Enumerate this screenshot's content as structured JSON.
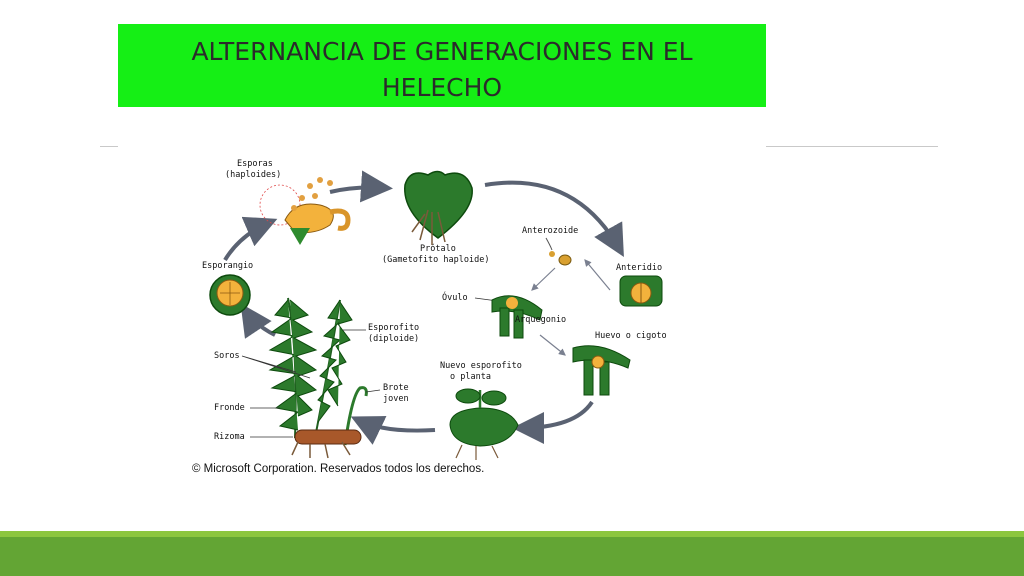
{
  "slide": {
    "title_line1": "ALTERNANCIA DE GENERACIONES EN EL",
    "title_line2": "HELECHO",
    "accent_color": "#15ef15",
    "footer_colors": [
      "#8cc63f",
      "#63a534"
    ]
  },
  "diagram": {
    "labels": {
      "esporas": "Esporas",
      "haploides": "(haploides)",
      "protalo": "Prótalo",
      "gametofito": "(Gametofito haploide)",
      "anterozoide": "Anterozoide",
      "anteridio": "Anteridio",
      "ovulo": "Óvulo",
      "arquegonio": "Arquegonio",
      "huevo": "Huevo o cigoto",
      "esporangio": "Esporangio",
      "esporofito": "Esporofito",
      "diploide": "(diploide)",
      "soros": "Soros",
      "fronde": "Fronde",
      "rizoma": "Rizoma",
      "brote": "Brote",
      "joven": "joven",
      "nuevo": "Nuevo esporofito",
      "planta": "o planta"
    },
    "copyright": "© Microsoft Corporation. Reservados todos los derechos."
  }
}
